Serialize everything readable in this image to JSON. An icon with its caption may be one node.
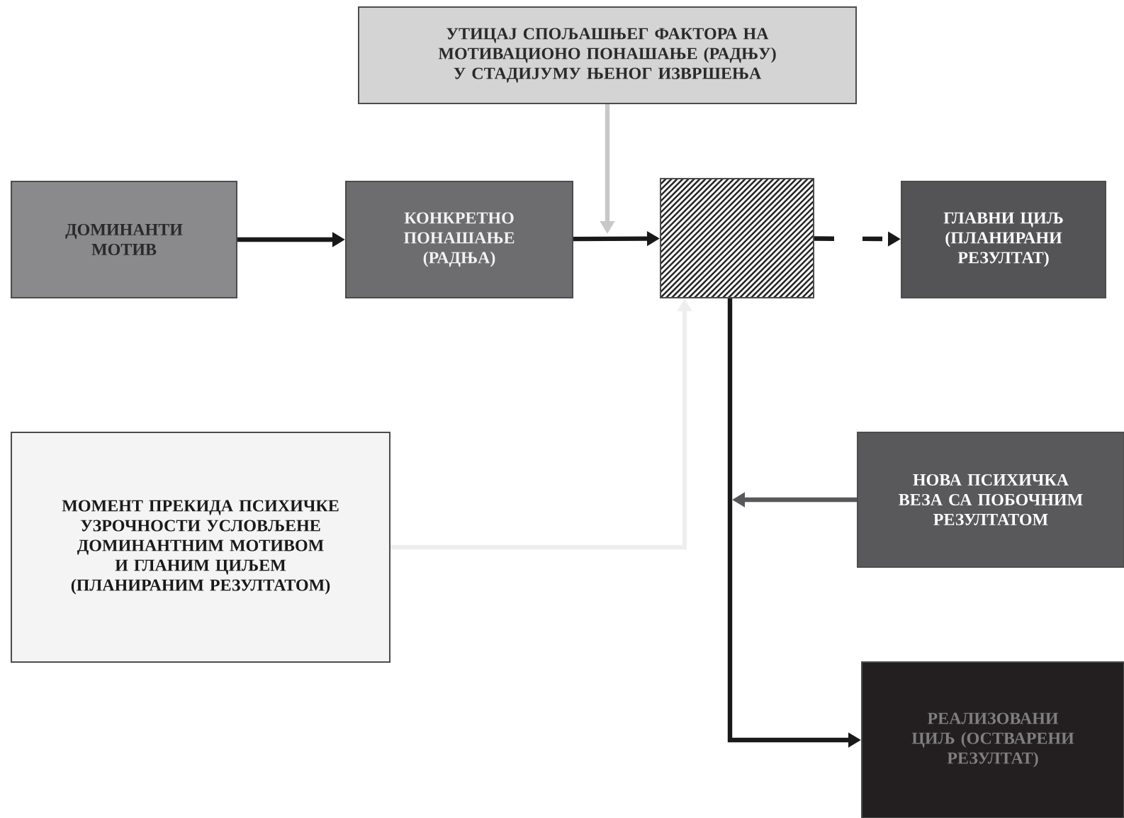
{
  "diagram": {
    "nodes": [
      {
        "text": [
          "ДОМИНАНТИ МОТИВ"
        ]
      },
      {
        "text": [
          "КОНКРЕТНО ПОНАШАЊЕ (РАДЊА)"
        ]
      },
      {
        "text": [
          "УТИЦАЈ СПОЉАШЊЕГ ФАКТОРА НА МОТИВАЦИОНО ПОНАШАЊЕ (РАДЊУ) У СТАДИЈУМУ ЊЕНОГ ИЗВРШЕЊА"
        ]
      },
      {
        "text": [],
        "shape": "box"
      },
      {
        "text": [
          "ГЛАВНИ ЦИЉ (ПЛАНИРАНИ РЕЗУЛТАТ)"
        ]
      },
      {
        "text": [
          "МОМЕНТ ПРЕКИДА ПСИХИЧКЕ УЗРОЧНОСТИ УСЛОВЉЕНЕ ДОМИНАНТНИМ МОТИВОМ И ГЛАНИМ ЦИЉЕМ (ПЛАНИРАНИМ РЕЗУЛТАТОМ)"
        ]
      },
      {
        "text": [
          "НОВА ПСИХИЧКА ВЕЗА СА ПОБОЧНИМ РЕЗУЛТАТОМ"
        ]
      },
      {
        "text": [
          "РЕАЛИЗОВАНИ ЦИЉ (ОСТВАРЕНИ РЕЗУЛТАТ)"
        ]
      }
    ],
    "edges": [
      {
        "from": 0,
        "to": 1,
        "arrow": "to"
      },
      {
        "from": 1,
        "to": 3,
        "arrow": "to"
      },
      {
        "from": 2,
        "to": 3,
        "arrow": "to",
        "color": "#c8c8c8"
      },
      {
        "from": 3,
        "to": 4,
        "arrow": "to",
        "style": "dashed"
      },
      {
        "from": 5,
        "to": 3,
        "arrow": "to",
        "color": "#eeeeee"
      },
      {
        "from": 3,
        "to": 7,
        "arrow": "to"
      },
      {
        "from": 6,
        "to": null,
        "arrow": "to",
        "color": "#58585a"
      }
    ]
  }
}
